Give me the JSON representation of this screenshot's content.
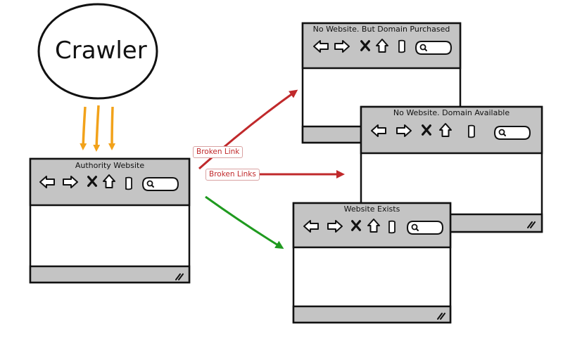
{
  "crawler": {
    "label": "Crawler"
  },
  "windows": {
    "authority": {
      "title": "Authority Website"
    },
    "purchased": {
      "title": "No Website. But Domain Purchased"
    },
    "available": {
      "title": "No Website. Domain Available"
    },
    "exists": {
      "title": "Website Exists"
    }
  },
  "links": {
    "broken_link": "Broken Link",
    "broken_links": "Broken Links"
  },
  "colors": {
    "crawl_arrow": "#f2a21a",
    "broken_arrow": "#c0292b",
    "ok_arrow": "#1f9a1f",
    "window_chrome": "#c4c4c4"
  },
  "icons": [
    "back-arrow-icon",
    "forward-arrow-icon",
    "close-icon",
    "home-icon",
    "bookmark-icon",
    "search-icon"
  ]
}
